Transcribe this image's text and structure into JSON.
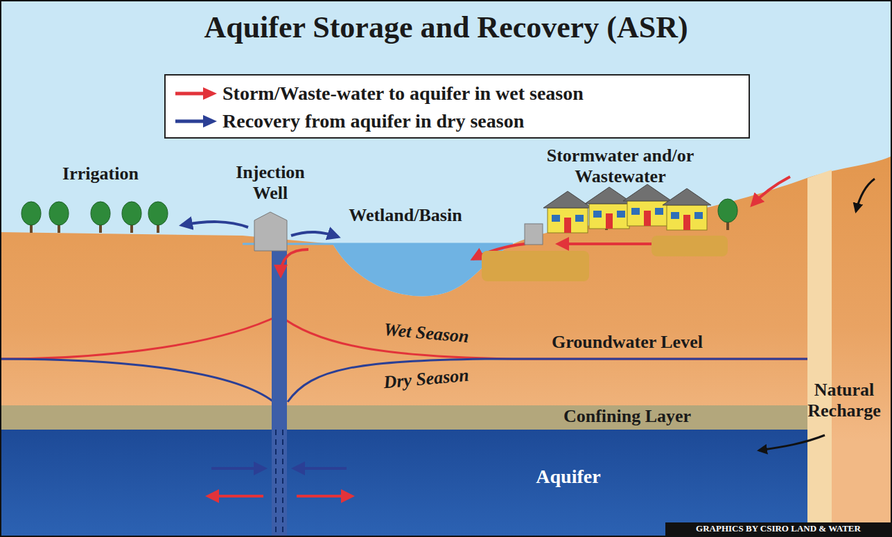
{
  "diagram": {
    "title": "Aquifer Storage and Recovery (ASR)",
    "labels": [
      "Irrigation",
      "Injection Well",
      "Wetland/Basin",
      "Stormwater and/or Wastewater",
      "Wet Season",
      "Groundwater Level",
      "Dry Season",
      "Confining Layer",
      "Natural Recharge",
      "Aquifer",
      "GRAPHICS BY CSIRO LAND & WATER"
    ],
    "legend": [
      {
        "text": "Storm/Waste-water to aquifer in wet season"
      },
      {
        "text": "Recovery from aquifer in dry season"
      }
    ]
  }
}
